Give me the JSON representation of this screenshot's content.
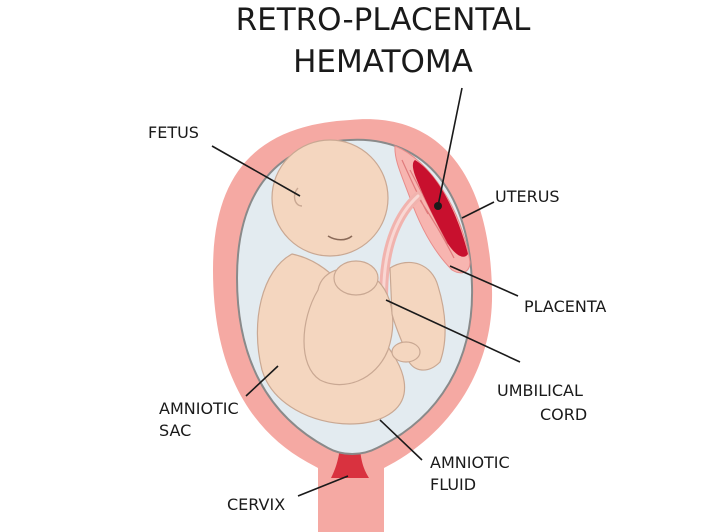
{
  "title": {
    "line1": "RETRO-PLACENTAL",
    "line2": "HEMATOMA"
  },
  "labels": {
    "fetus": "FETUS",
    "uterus": "UTERUS",
    "placenta": "PLACENTA",
    "umbilical_line1": "UMBILICAL",
    "umbilical_line2": "CORD",
    "amniotic_sac_line1": "AMNIOTIC",
    "amniotic_sac_line2": "SAC",
    "amniotic_fluid_line1": "AMNIOTIC",
    "amniotic_fluid_line2": "FLUID",
    "cervix": "CERVIX"
  },
  "colors": {
    "uterus_wall": "#f5a9a3",
    "amniotic_fluid": "#e3ebf0",
    "amniotic_sac_outline": "#8a8a8a",
    "fetus_skin": "#f4d6bf",
    "placenta": "#f7b5b0",
    "hematoma": "#c8102e",
    "cervix": "#d9323f",
    "text": "#1a1a1a"
  }
}
